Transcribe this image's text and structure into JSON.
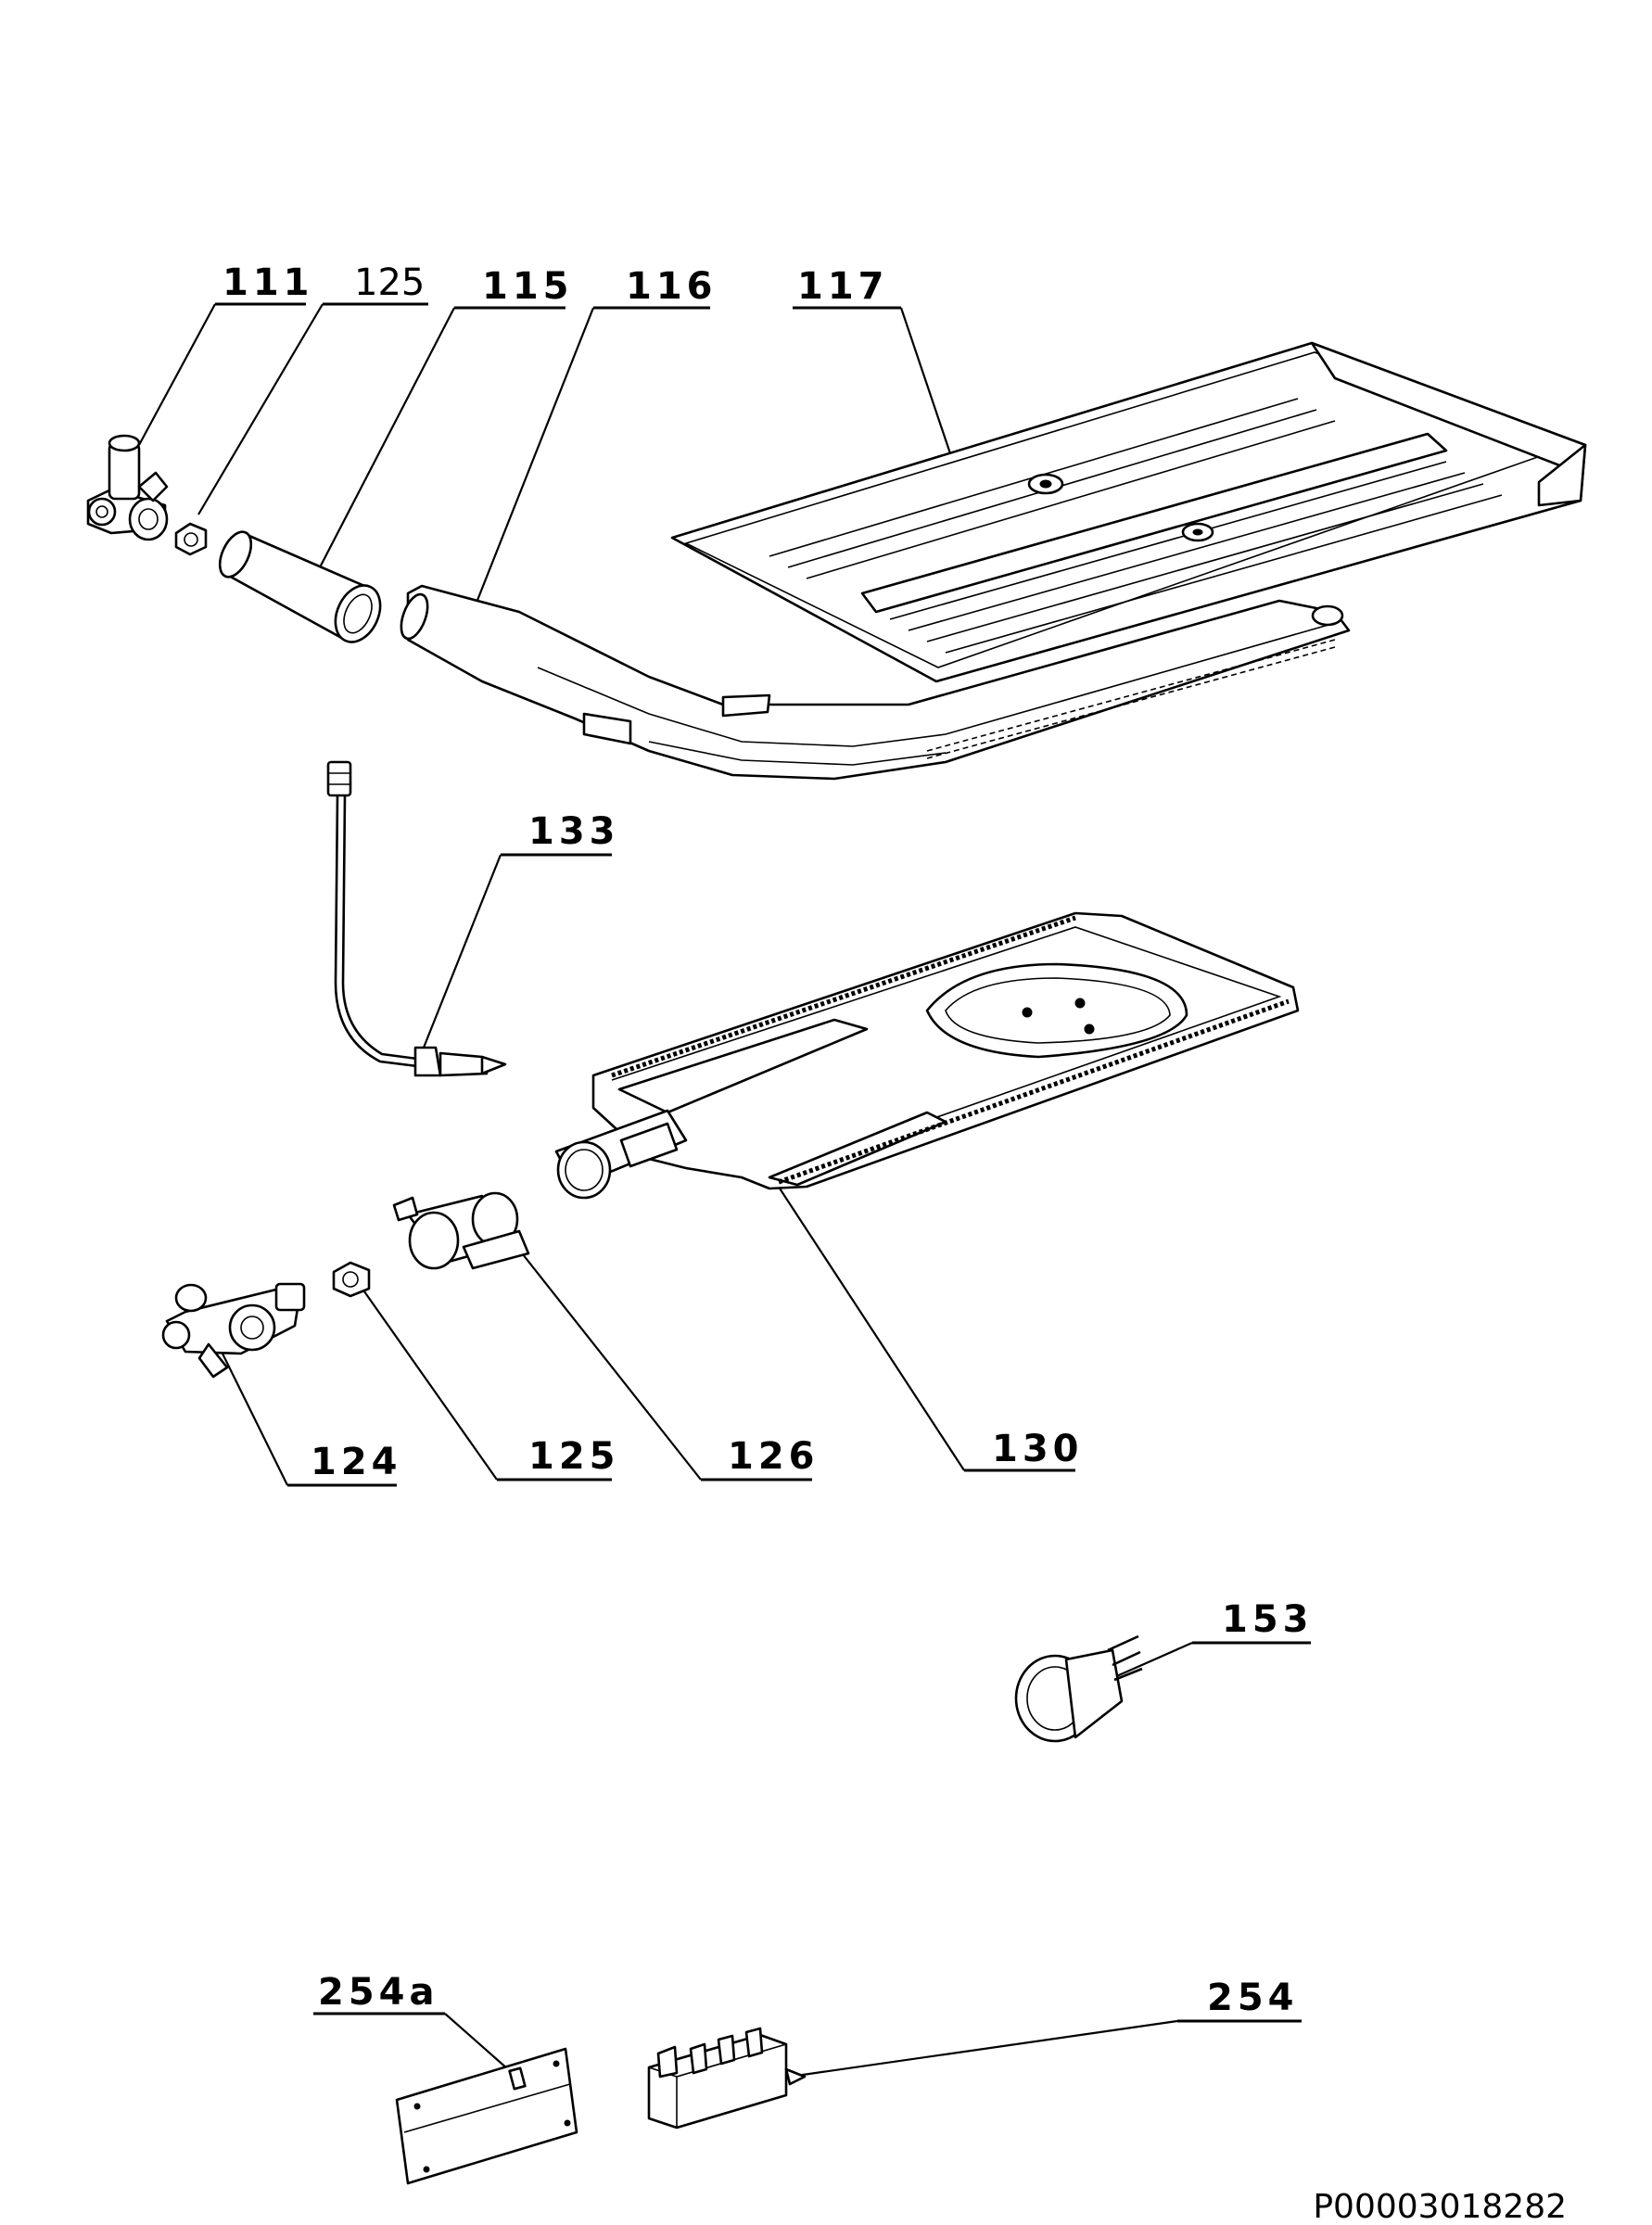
{
  "diagram": {
    "labels": {
      "l111": "111",
      "l125a": "125",
      "l115": "115",
      "l116": "116",
      "l117": "117",
      "l133": "133",
      "l124": "124",
      "l125b": "125",
      "l126": "126",
      "l130": "130",
      "l153": "153",
      "l254a": "254a",
      "l254": "254"
    },
    "document_id": "P00003018282"
  }
}
